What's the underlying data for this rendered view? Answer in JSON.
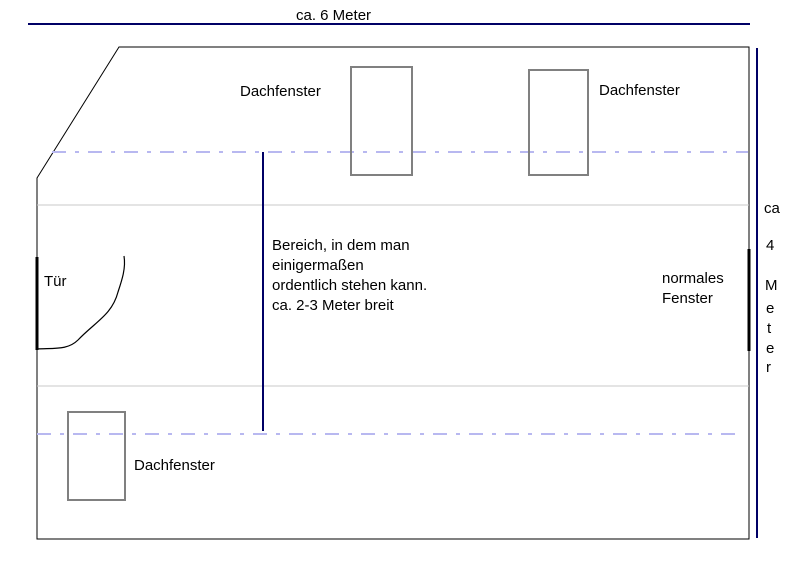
{
  "labels": {
    "width": "ca. 6 Meter",
    "skylight_top_left": "Dachfenster",
    "skylight_top_right": "Dachfenster",
    "skylight_bottom": "Dachfenster",
    "door": "Tür",
    "standing_area": [
      "Bereich, in dem man",
      "einigermaßen",
      "ordentlich stehen kann.",
      "ca. 2-3 Meter breit"
    ],
    "window": [
      "normales",
      "Fenster"
    ],
    "height_letters": [
      "ca",
      "4",
      "M",
      "e",
      "t",
      "e",
      "r"
    ]
  },
  "colors": {
    "outline": "#000000",
    "dimension": "#000066",
    "dashed": "#b8b8f0",
    "guide": "#c8c8c8",
    "skylight": "#808080"
  }
}
